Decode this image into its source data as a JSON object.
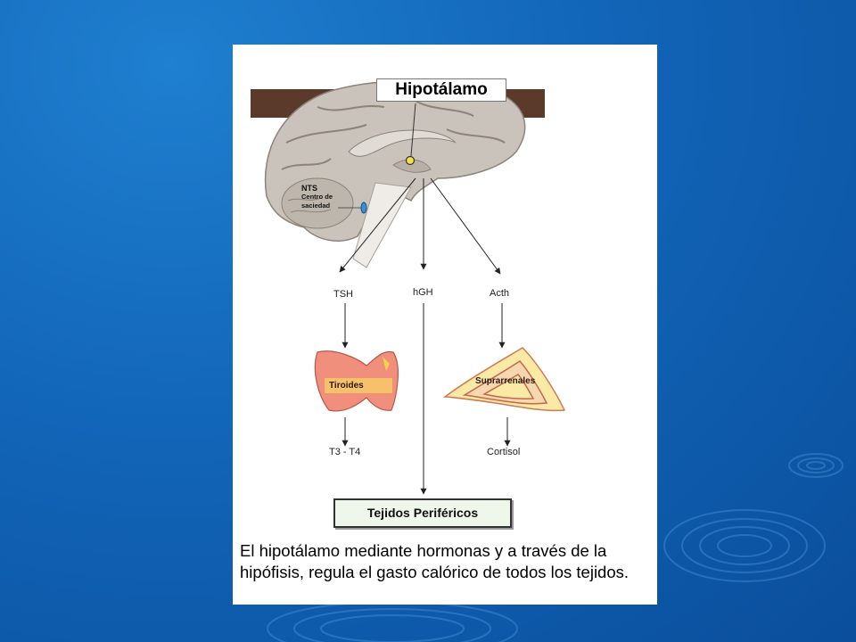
{
  "slide": {
    "background_color": "#1265b8",
    "diagram": {
      "title": "Hipotálamo",
      "nts_label": "NTS",
      "nts_sub_1": "Centro de",
      "nts_sub_2": "saciedad",
      "hormones": {
        "left": "TSH",
        "center": "hGH",
        "right": "Acth"
      },
      "organs": {
        "left": "Tiroides",
        "right": "Suprarrenales"
      },
      "outputs": {
        "left": "T3 - T4",
        "right": "Cortisol"
      },
      "target": "Tejidos Periféricos"
    },
    "caption": "El hipotálamo mediante hormonas y a través de la hipófisis, regula el gasto calórico de todos los tejidos."
  }
}
